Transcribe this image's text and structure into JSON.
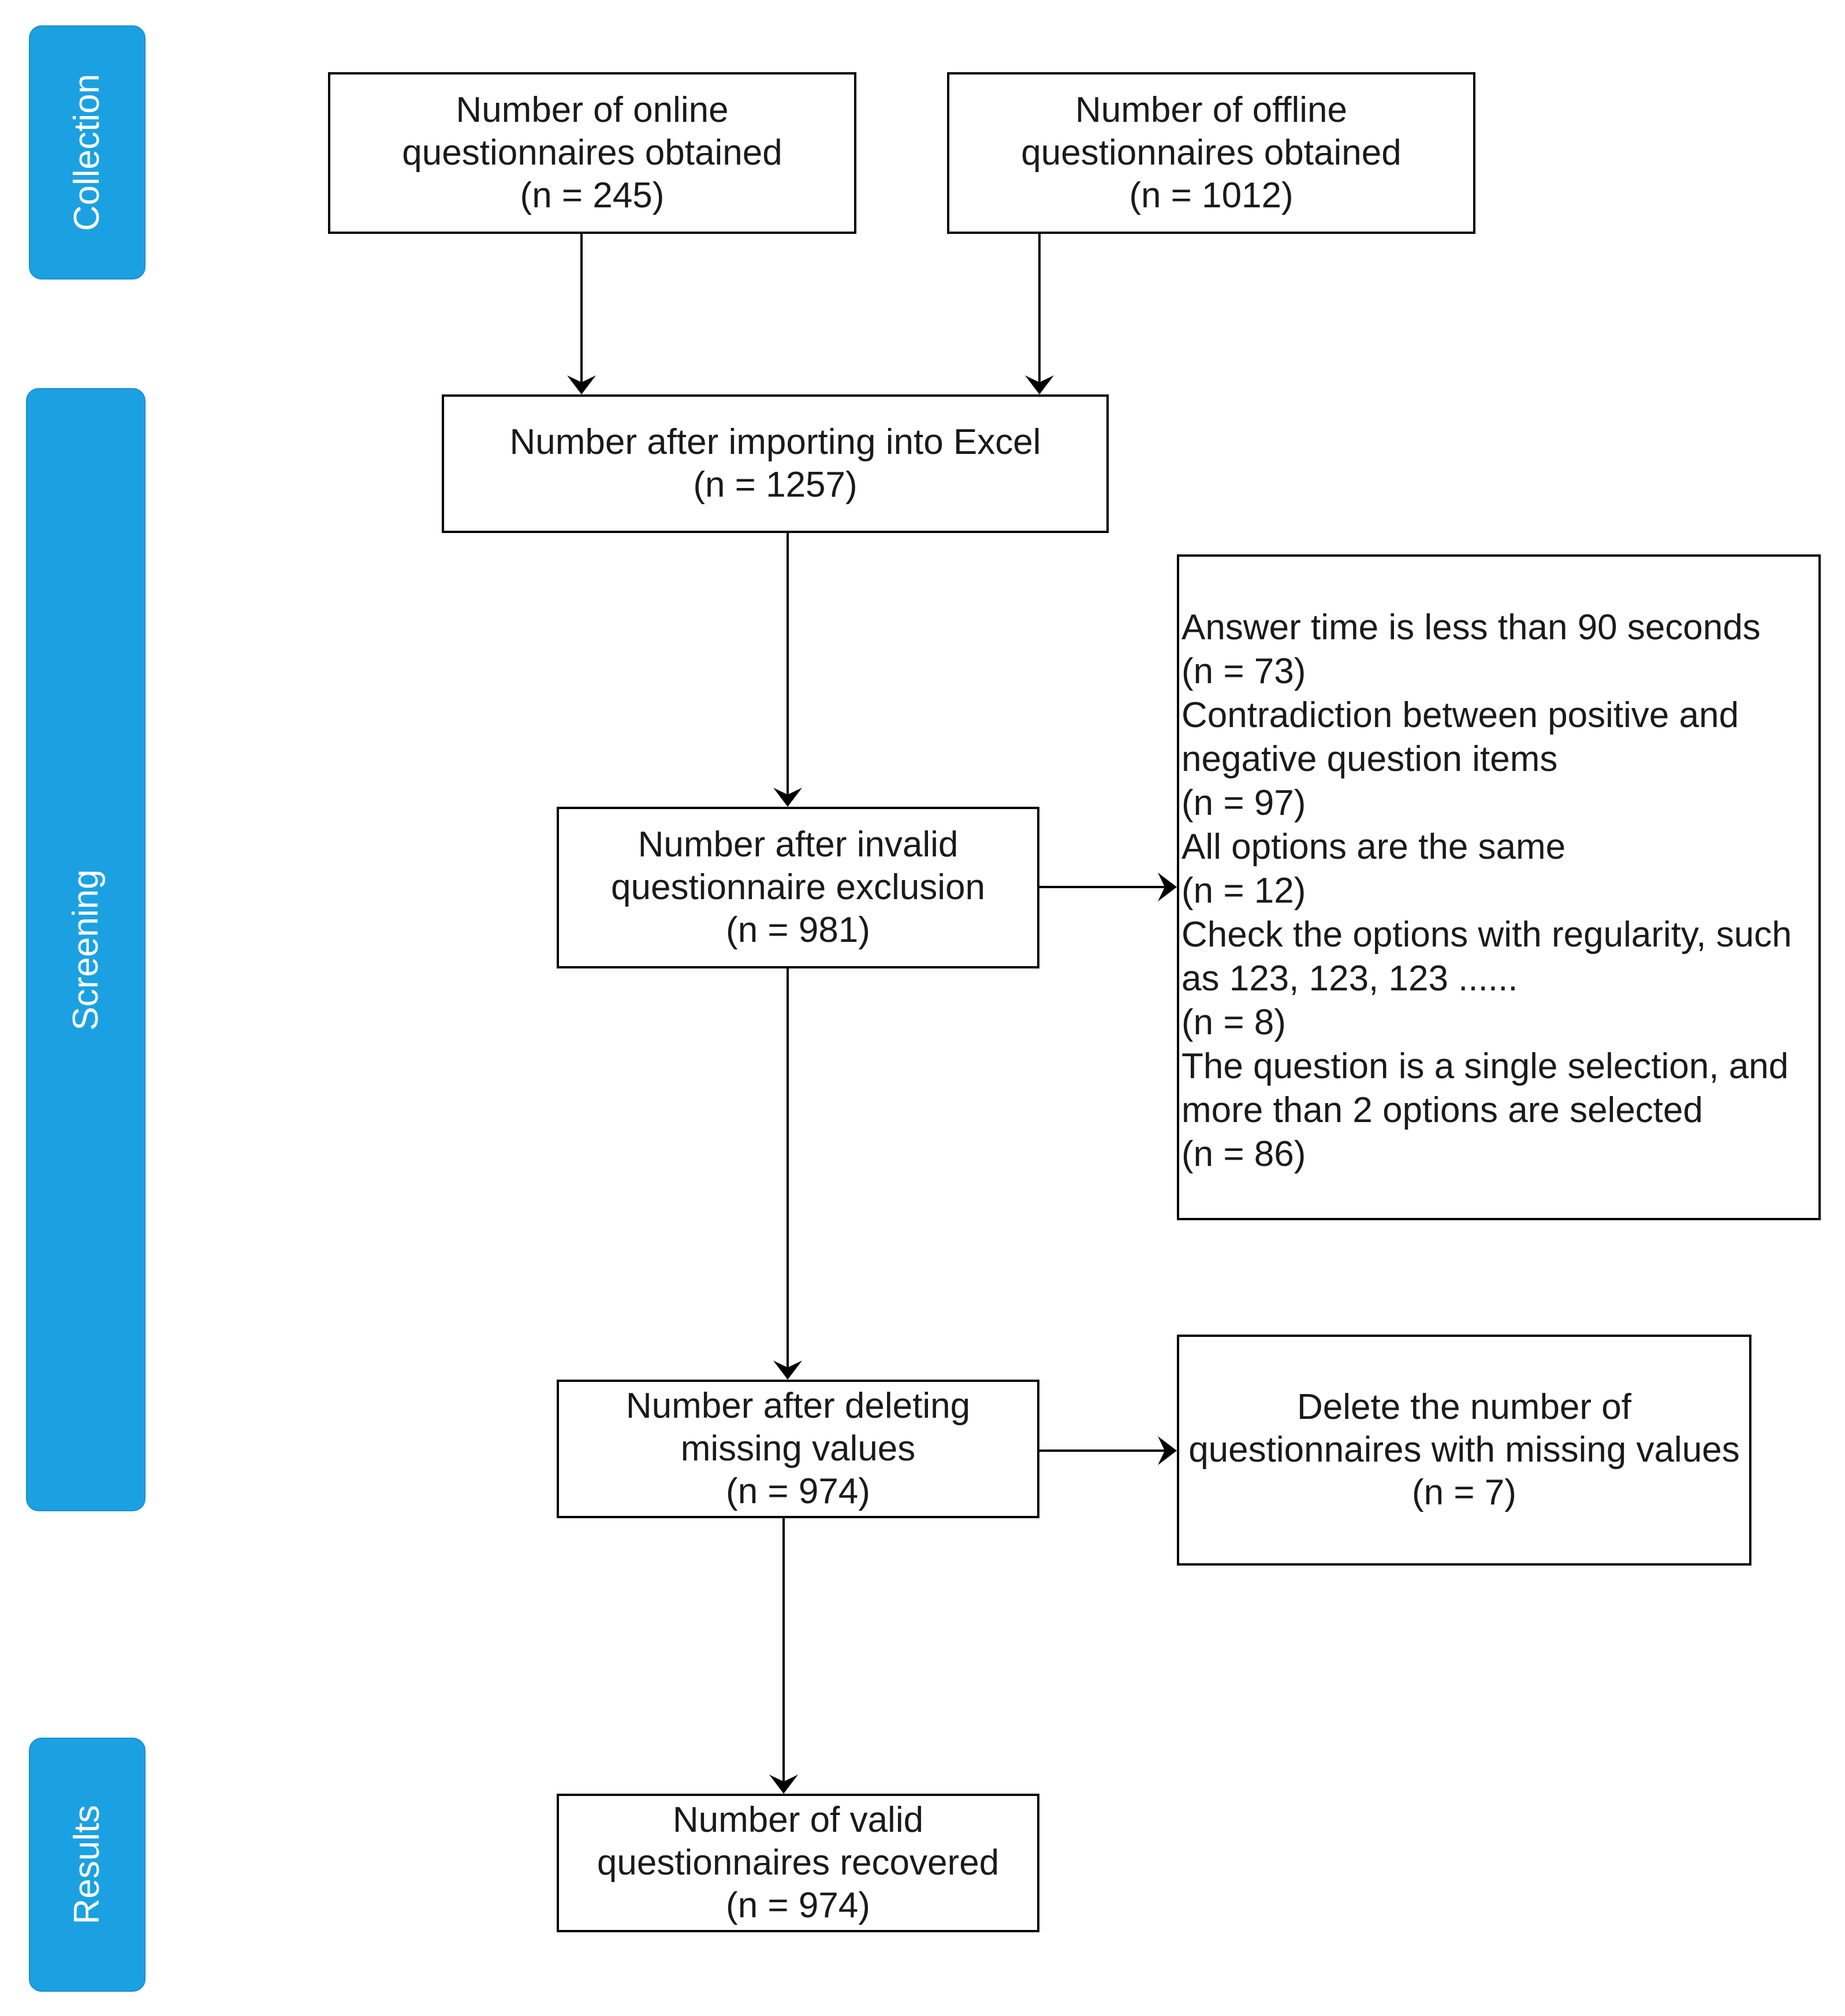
{
  "phases": {
    "collection": "Collection",
    "screening": "Screening",
    "results": "Results"
  },
  "boxes": {
    "online": [
      "Number of online",
      "questionnaires obtained",
      "(n = 245)"
    ],
    "offline": [
      "Number of offline",
      "questionnaires obtained",
      "(n = 1012)"
    ],
    "imported": [
      "Number after importing into Excel",
      "(n = 1257)"
    ],
    "invalid_exclusion": [
      "Number after invalid",
      "questionnaire exclusion",
      "(n = 981)"
    ],
    "exclusion_reasons": [
      "Answer time is less than 90 seconds",
      "(n = 73)",
      "Contradiction between positive and",
      "negative question items",
      "(n = 97)",
      "All options are the same",
      "(n = 12)",
      "Check the options with regularity, such",
      "as 123, 123, 123 ......",
      "(n = 8)",
      "The question is a single selection, and",
      "more than 2 options are selected",
      "(n = 86)"
    ],
    "deleting_missing": [
      "Number after deleting",
      "missing values",
      "(n = 974)"
    ],
    "missing_deleted": [
      "Delete the number of",
      "questionnaires with missing values",
      "(n = 7)"
    ],
    "valid": [
      "Number of valid",
      "questionnaires recovered",
      "(n = 974)"
    ]
  },
  "colors": {
    "phase_fill": "#1BA1E2",
    "phase_text": "#FFFFFF",
    "box_border": "#000000"
  }
}
